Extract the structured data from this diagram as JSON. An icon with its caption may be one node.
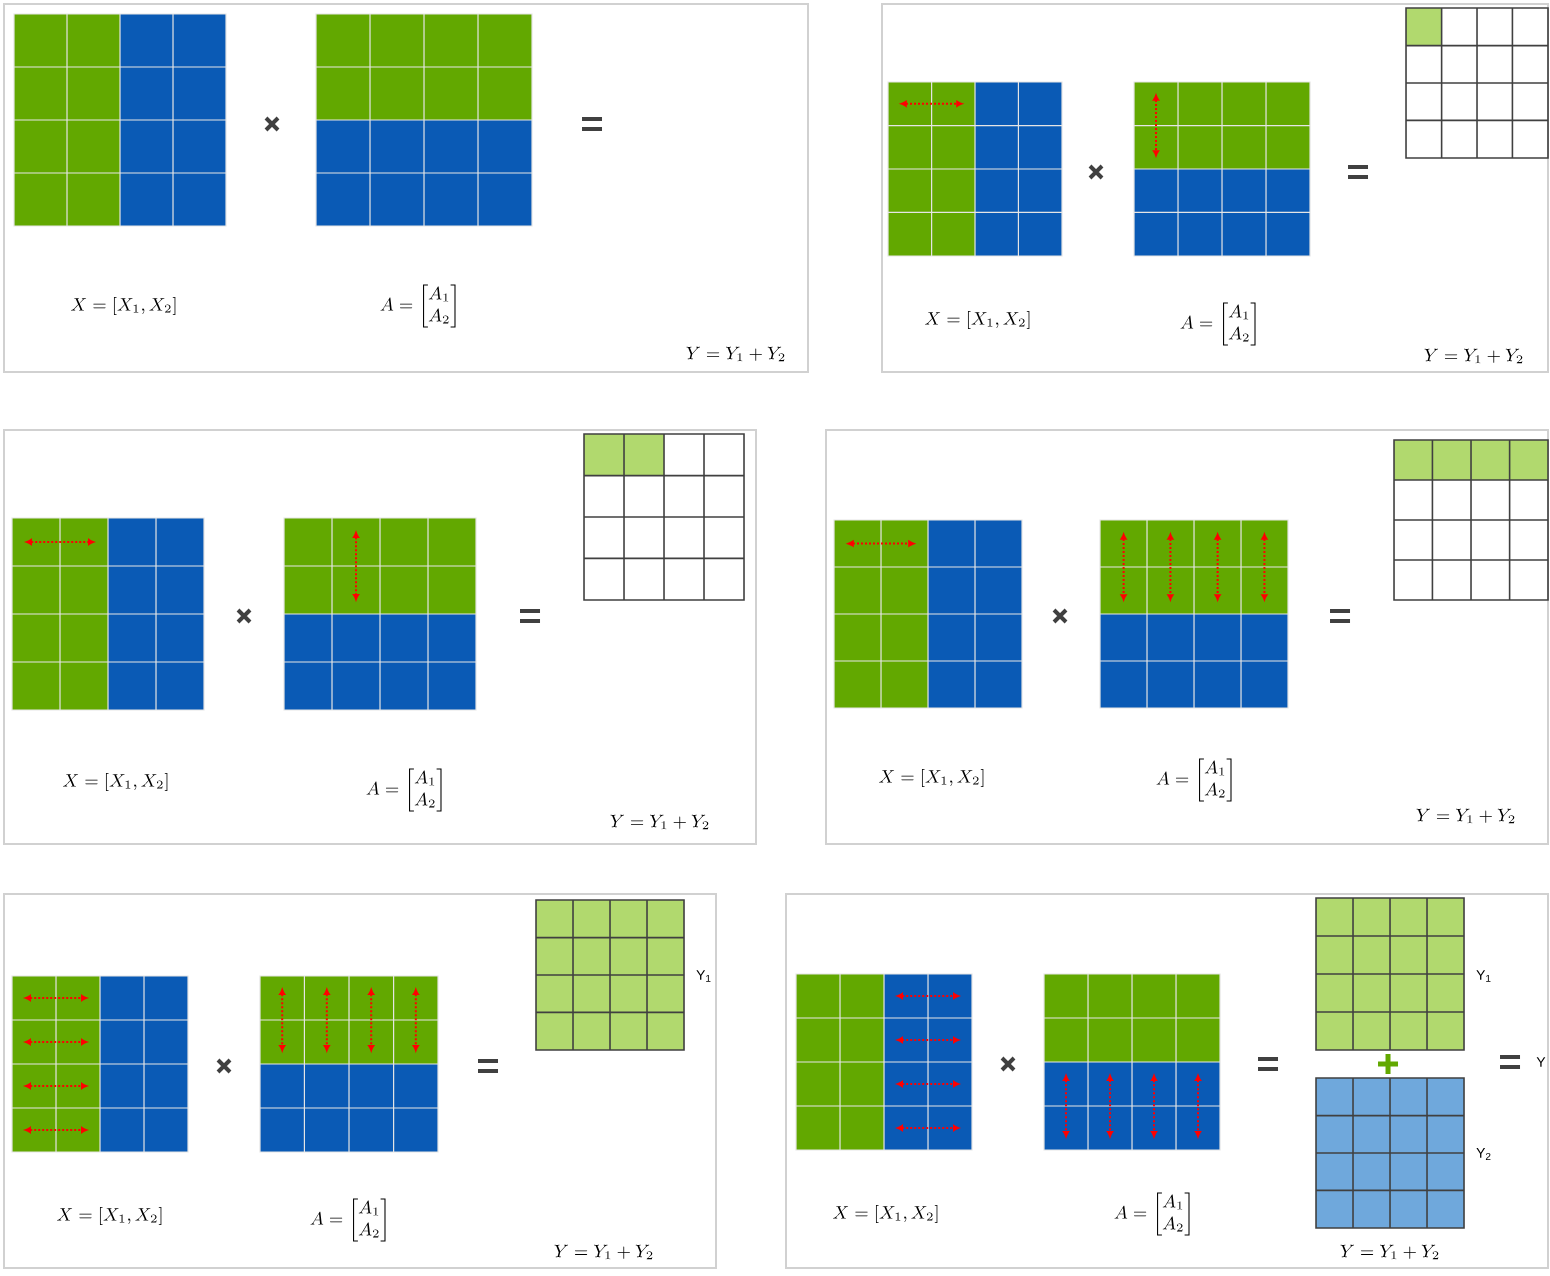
{
  "diagram": {
    "nodes": [
      {
        "text": [
          "X=[X_1,X_2]",
          "A=\\begin{bmatrix}A_1\\\\A_2\\end{bmatrix}",
          "Y=Y_1+Y_2"
        ]
      },
      {
        "text": [
          "X=[X_1,X_2]",
          "A=\\begin{bmatrix}A_1\\\\A_2\\end{bmatrix}",
          "Y=Y_1+Y_2"
        ]
      },
      {
        "text": [
          "X=[X_1,X_2]",
          "A=\\begin{bmatrix}A_1\\\\A_2\\end{bmatrix}",
          "Y=Y_1+Y_2"
        ]
      },
      {
        "text": [
          "X=[X_1,X_2]",
          "A=\\begin{bmatrix}A_1\\\\A_2\\end{bmatrix}",
          "Y=Y_1+Y_2"
        ]
      },
      {
        "text": [
          "X=[X_1,X_2]",
          "A=\\begin{bmatrix}A_1\\\\A_2\\end{bmatrix}",
          "Y=Y_1+Y_2"
        ]
      },
      {
        "text": [
          "X=[X_1,X_2]",
          "A=\\begin{bmatrix}A_1\\\\A_2\\end{bmatrix}",
          "Y=Y_1+Y_2"
        ]
      }
    ],
    "labels": [
      "Y$_{1}$",
      "Y$_{1}$",
      "Y$_{2}$",
      "Y"
    ]
  }
}
